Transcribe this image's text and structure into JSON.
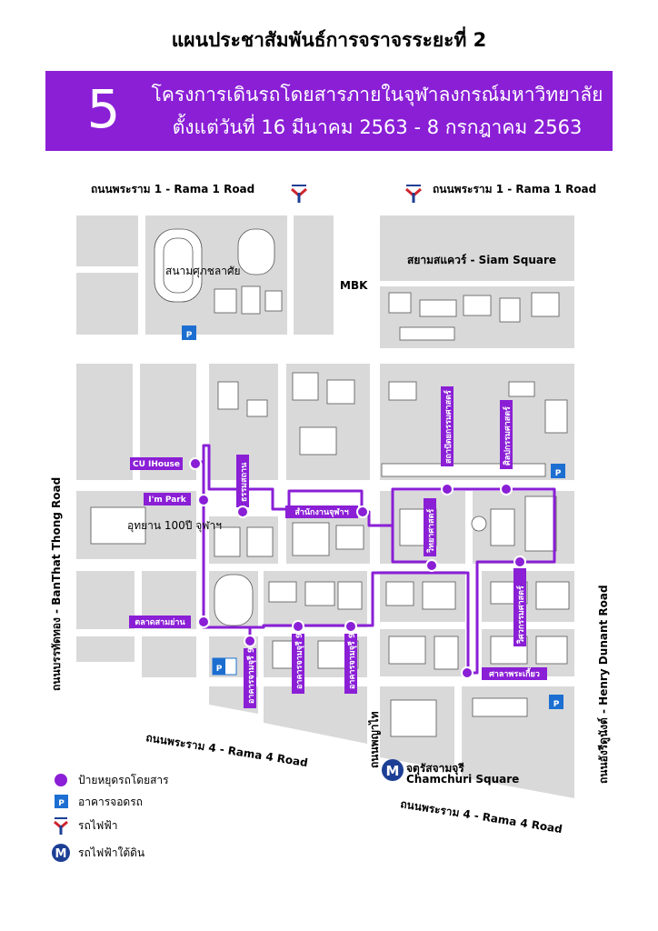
{
  "title": "แผนประชาสัมพันธ์การจราจรระยะที่ 2",
  "banner": {
    "number": "5",
    "line1": "โครงการเดินรถโดยสารภายในจุฬาลงกรณ์มหาวิทยาลัย",
    "line2": "ตั้งแต่วันที่ 16 มีนาคม 2563 - 8 กรกฎาคม 2563"
  },
  "colors": {
    "accent": "#8a1fd6",
    "block": "#d9d9d9",
    "building": "#ffffff",
    "road": "#ffffff",
    "mrt": "#1c3f95",
    "bts_red": "#d1252e"
  },
  "roads": {
    "rama1_west": "ถนนพระราม 1 - Rama 1 Road",
    "rama1_east": "ถนนพระราม 1 - Rama 1 Road",
    "banthat": "ถนนบรรทัดทอง - BanThat Thong Road",
    "henry": "ถนนอังรีดูนังต์ - Henry Dunant Road",
    "rama4_west": "ถนนพระราม 4 - Rama 4 Road",
    "rama4_east": "ถนนพระราม 4 - Rama 4 Road",
    "phayathai": "ถนนพญาไท"
  },
  "places": {
    "stadium": "สนามศุภชลาศัย",
    "mbk": "MBK",
    "siam_square": "สยามสแควร์ - Siam Square",
    "park": "อุทยาน 100ปี จุฬาฯ",
    "chamchuri_th": "จตุรัสจามจุรี",
    "chamchuri_en": "Chamchuri Square"
  },
  "stops": [
    {
      "id": "cu-ihouse",
      "label": "CU IHouse"
    },
    {
      "id": "im-park",
      "label": "I'm Park"
    },
    {
      "id": "thammasathan",
      "label": "ธรรมสถาน"
    },
    {
      "id": "office",
      "label": "สำนักงานจุฬาฯ"
    },
    {
      "id": "talad",
      "label": "ตลาดสามย่าน"
    },
    {
      "id": "chamchuri9-a",
      "label": "อาคารจามจุรี 9"
    },
    {
      "id": "chamchuri9-b",
      "label": "อาคารจามจุรี 9"
    },
    {
      "id": "chamchuri9-c",
      "label": "อาคารจามจุรี 9"
    },
    {
      "id": "architecture",
      "label": "สถาปัตยกรรมศาสตร์"
    },
    {
      "id": "fine-arts",
      "label": "ศิลปกรรมศาสตร์"
    },
    {
      "id": "science",
      "label": "วิทยาศาสตร์"
    },
    {
      "id": "engineering",
      "label": "วิศวกรรมศาสตร์"
    },
    {
      "id": "sala",
      "label": "ศาลาพระเกี้ยว"
    }
  ],
  "parking_icon": "P",
  "legend": {
    "stop": "ป้ายหยุดรถโดยสาร",
    "parking": "อาคารจอดรถ",
    "bts": "รถไฟฟ้า",
    "mrt": "รถไฟฟ้าใต้ดิน"
  }
}
